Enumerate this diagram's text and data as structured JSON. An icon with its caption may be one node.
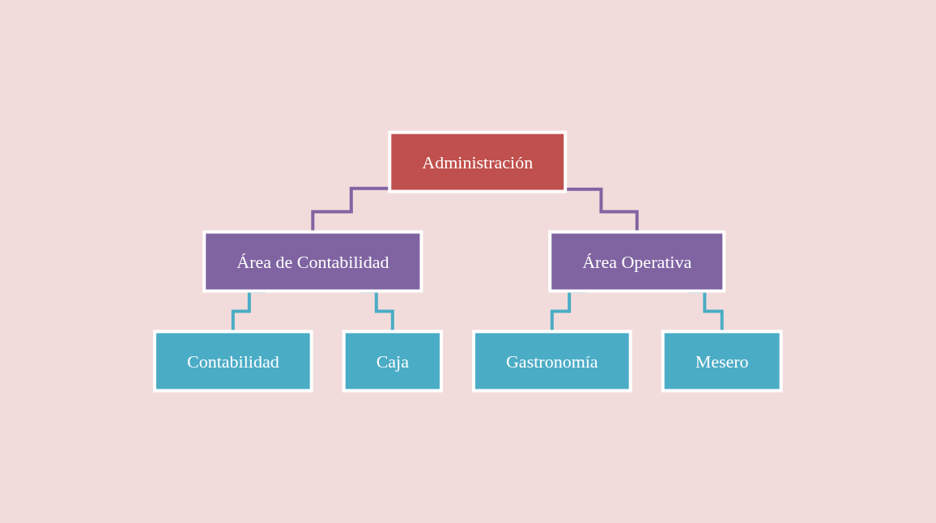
{
  "diagram": {
    "nodes": [
      {
        "text": [
          "Administración"
        ]
      },
      {
        "text": [
          "Área de Contabilidad"
        ]
      },
      {
        "text": [
          "Área Operativa"
        ]
      },
      {
        "text": [
          "Contabilidad"
        ]
      },
      {
        "text": [
          "Caja"
        ]
      },
      {
        "text": [
          "Gastronomía"
        ]
      },
      {
        "text": [
          "Mesero"
        ]
      }
    ],
    "edges": [
      {
        "from": 0,
        "to": 1,
        "arrow": "none",
        "color": "#8064a2"
      },
      {
        "from": 0,
        "to": 2,
        "arrow": "none",
        "color": "#8064a2"
      },
      {
        "from": 1,
        "to": 3,
        "arrow": "none"
      },
      {
        "from": 1,
        "to": 4,
        "arrow": "none"
      },
      {
        "from": 2,
        "to": 5,
        "arrow": "none"
      },
      {
        "from": 2,
        "to": 6,
        "arrow": "none"
      }
    ]
  }
}
